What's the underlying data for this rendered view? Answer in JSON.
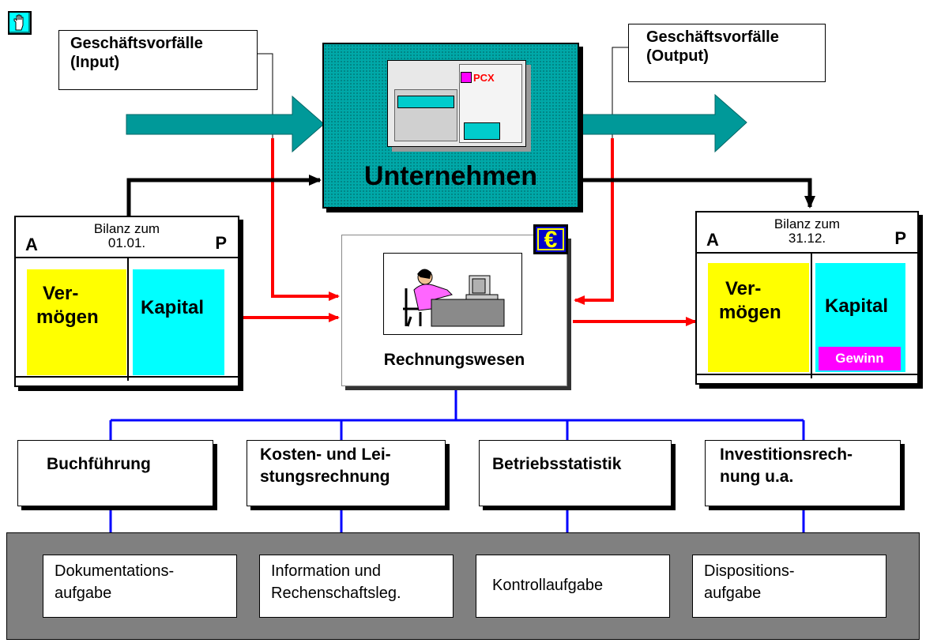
{
  "corner_icon": "hand-icon",
  "input_label": {
    "line1": "Geschäftsvorfälle",
    "line2": "(Input)"
  },
  "output_label": {
    "line1": "Geschäftsvorfälle",
    "line2": "(Output)"
  },
  "company": {
    "title": "Unternehmen",
    "building_sign": "PCX"
  },
  "accounting": {
    "title": "Rechnungswesen",
    "badge": "€"
  },
  "balance_start": {
    "title_line1": "Bilanz zum",
    "title_line2": "01.01.",
    "left_side": "A",
    "right_side": "P",
    "assets_line1": "Ver-",
    "assets_line2": "mögen",
    "capital": "Kapital"
  },
  "balance_end": {
    "title_line1": "Bilanz zum",
    "title_line2": "31.12.",
    "left_side": "A",
    "right_side": "P",
    "assets_line1": "Ver-",
    "assets_line2": "mögen",
    "capital": "Kapital",
    "profit": "Gewinn"
  },
  "branches": [
    {
      "line1": "Buchführung",
      "line2": ""
    },
    {
      "line1": "Kosten- und Lei-",
      "line2": "stungsrechnung"
    },
    {
      "line1": "Betriebsstatistik",
      "line2": ""
    },
    {
      "line1": "Investitionsrech-",
      "line2": "nung u.a."
    }
  ],
  "tasks": [
    {
      "line1": "Dokumentations-",
      "line2": "aufgabe"
    },
    {
      "line1": "Information und",
      "line2": "Rechenschaftsleg."
    },
    {
      "line1": "Kontrollaufgabe",
      "line2": ""
    },
    {
      "line1": "Dispositions-",
      "line2": "aufgabe"
    }
  ],
  "colors": {
    "teal": "#009999",
    "teal_panel": "#00a8a8",
    "red": "#ff0000",
    "blue": "#0000ff",
    "yellow": "#ffff00",
    "cyan": "#00ffff",
    "magenta": "#ff00ff",
    "gray_band": "#808080"
  }
}
